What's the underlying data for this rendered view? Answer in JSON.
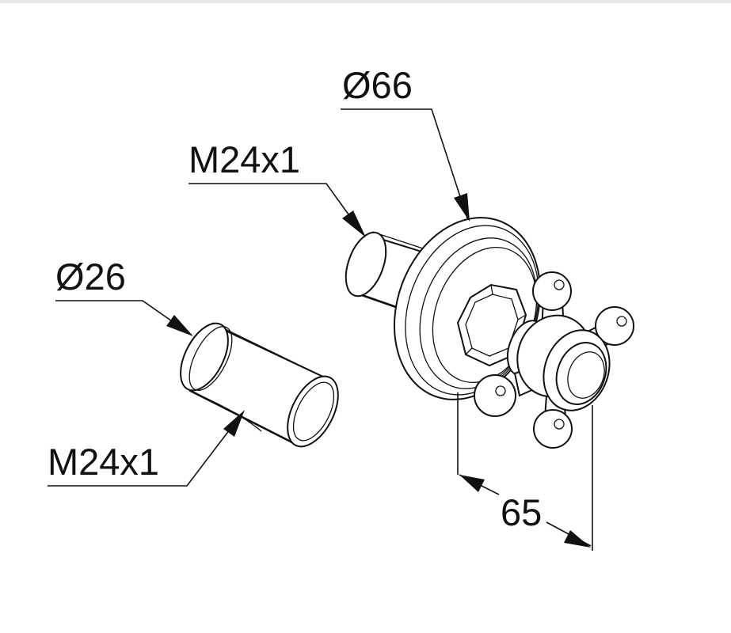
{
  "labels": {
    "diameter_top": "Ø66",
    "thread_top": "M24x1",
    "diameter_left": "Ø26",
    "thread_bottom": "M24x1",
    "depth": "65"
  },
  "colors": {
    "line": "#111111",
    "background": "#ffffff"
  }
}
